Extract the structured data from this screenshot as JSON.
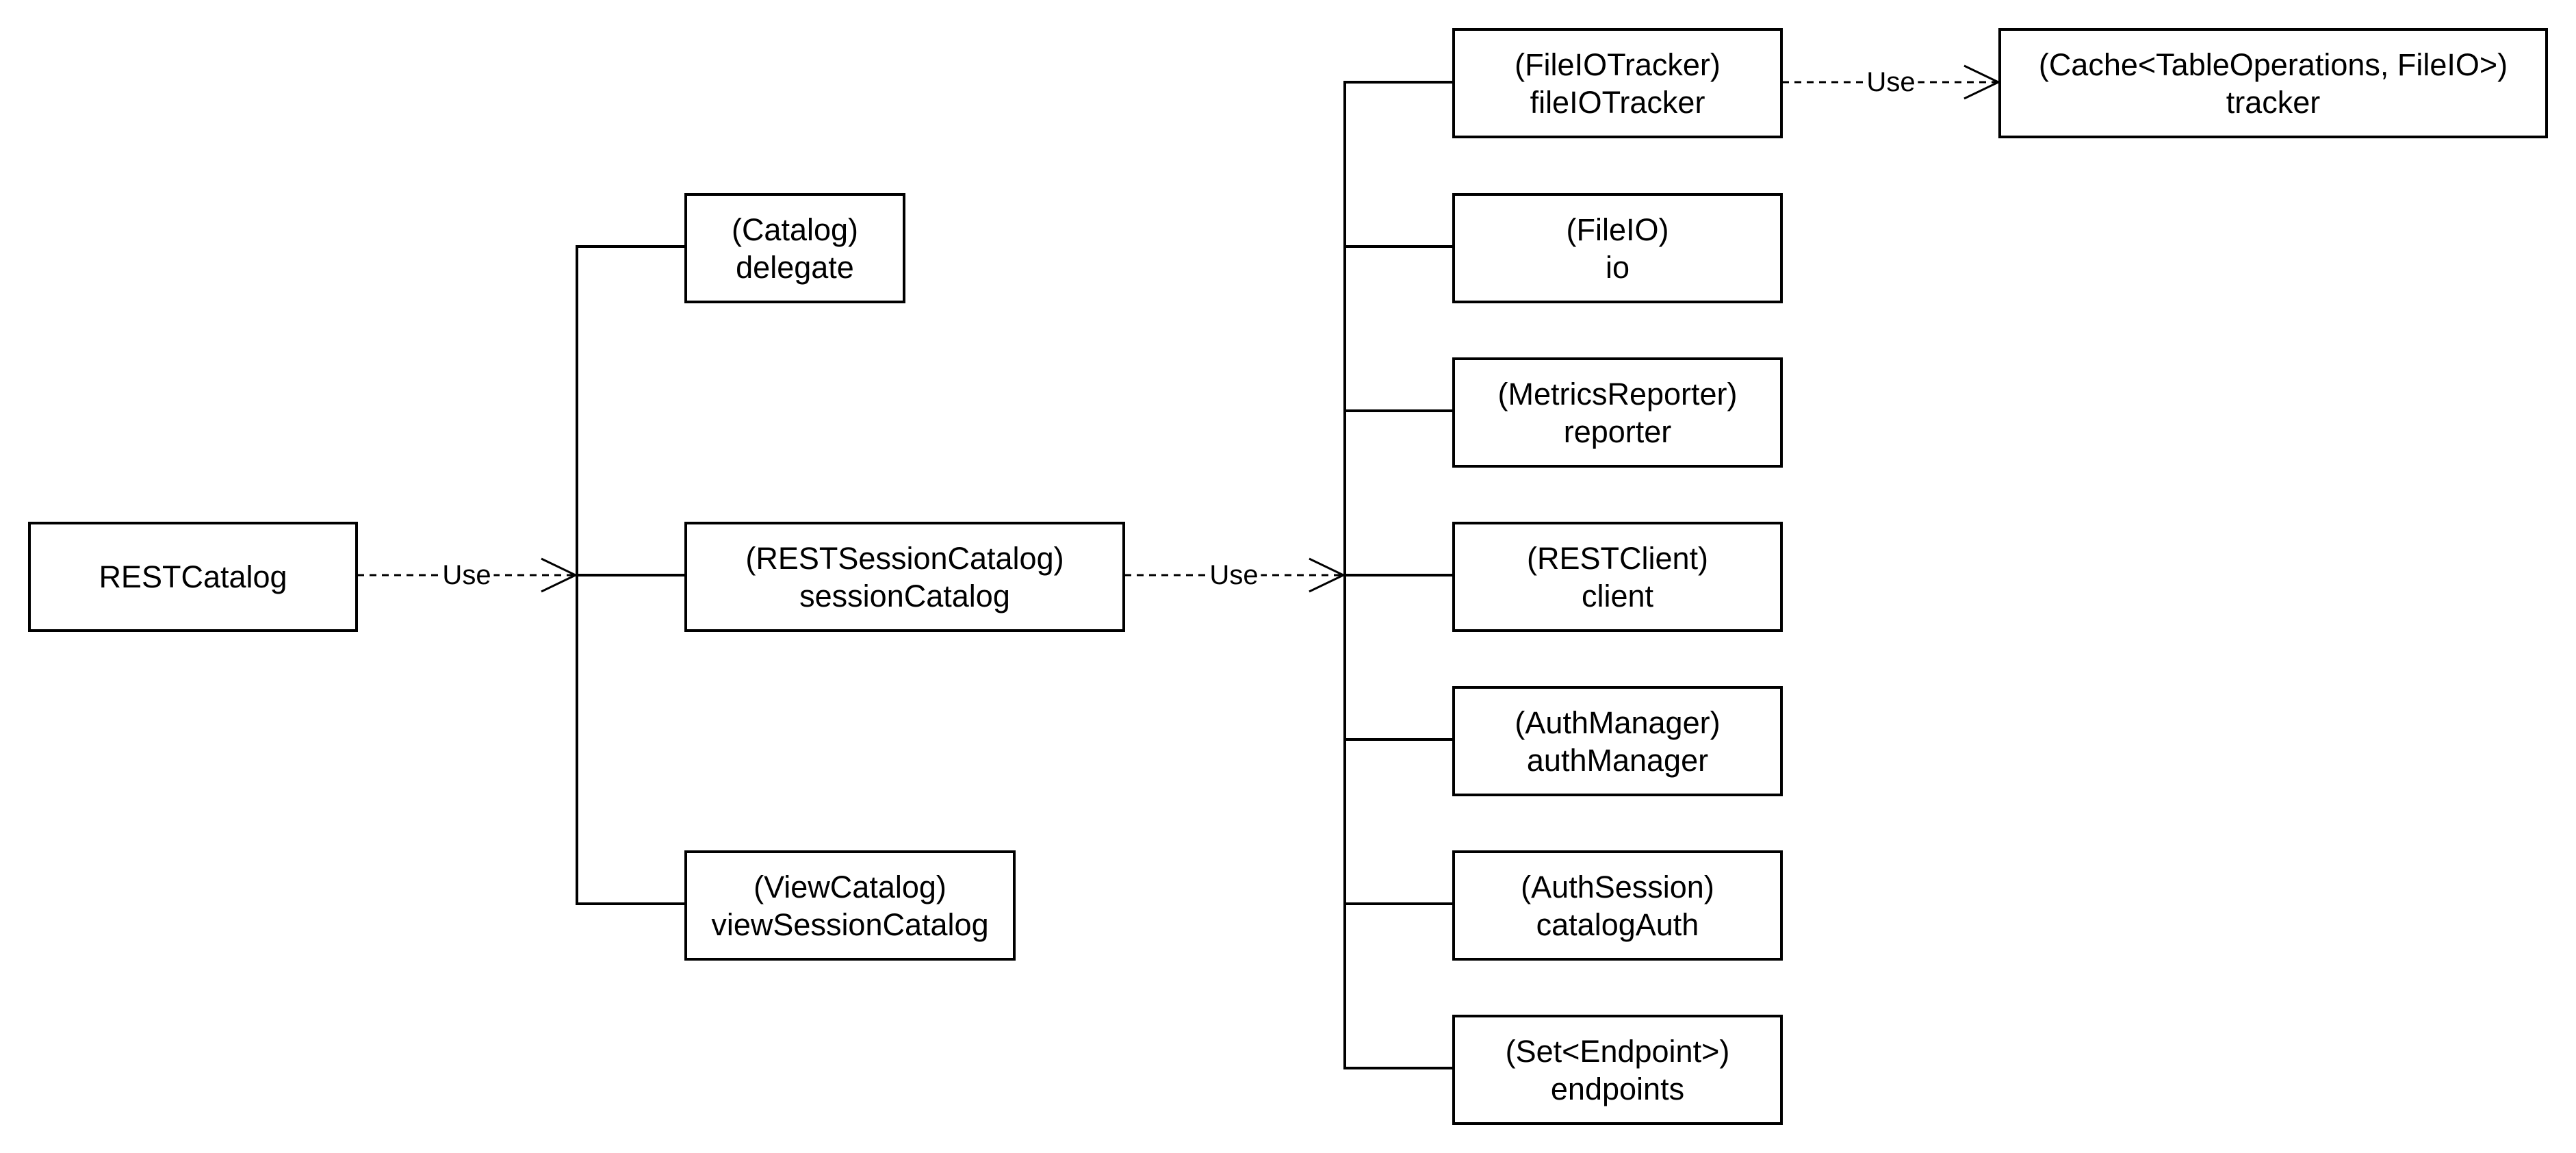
{
  "diagram": {
    "root": {
      "name": "RESTCatalog"
    },
    "rest_catalog_fields": [
      {
        "type": "(Catalog)",
        "name": "delegate"
      },
      {
        "type": "(RESTSessionCatalog)",
        "name": "sessionCatalog"
      },
      {
        "type": "(ViewCatalog)",
        "name": "viewSessionCatalog"
      }
    ],
    "session_catalog_fields": [
      {
        "type": "(FileIOTracker)",
        "name": "fileIOTracker"
      },
      {
        "type": "(FileIO)",
        "name": "io"
      },
      {
        "type": "(MetricsReporter)",
        "name": "reporter"
      },
      {
        "type": "(RESTClient)",
        "name": "client"
      },
      {
        "type": "(AuthManager)",
        "name": "authManager"
      },
      {
        "type": "(AuthSession)",
        "name": "catalogAuth"
      },
      {
        "type": "(Set<Endpoint>)",
        "name": "endpoints"
      }
    ],
    "tracker_field": {
      "type": "(Cache<TableOperations, FileIO>)",
      "name": "tracker"
    },
    "edge_labels": {
      "root_to_fields": "Use",
      "session_to_fields": "Use",
      "tracker_use": "Use"
    }
  }
}
